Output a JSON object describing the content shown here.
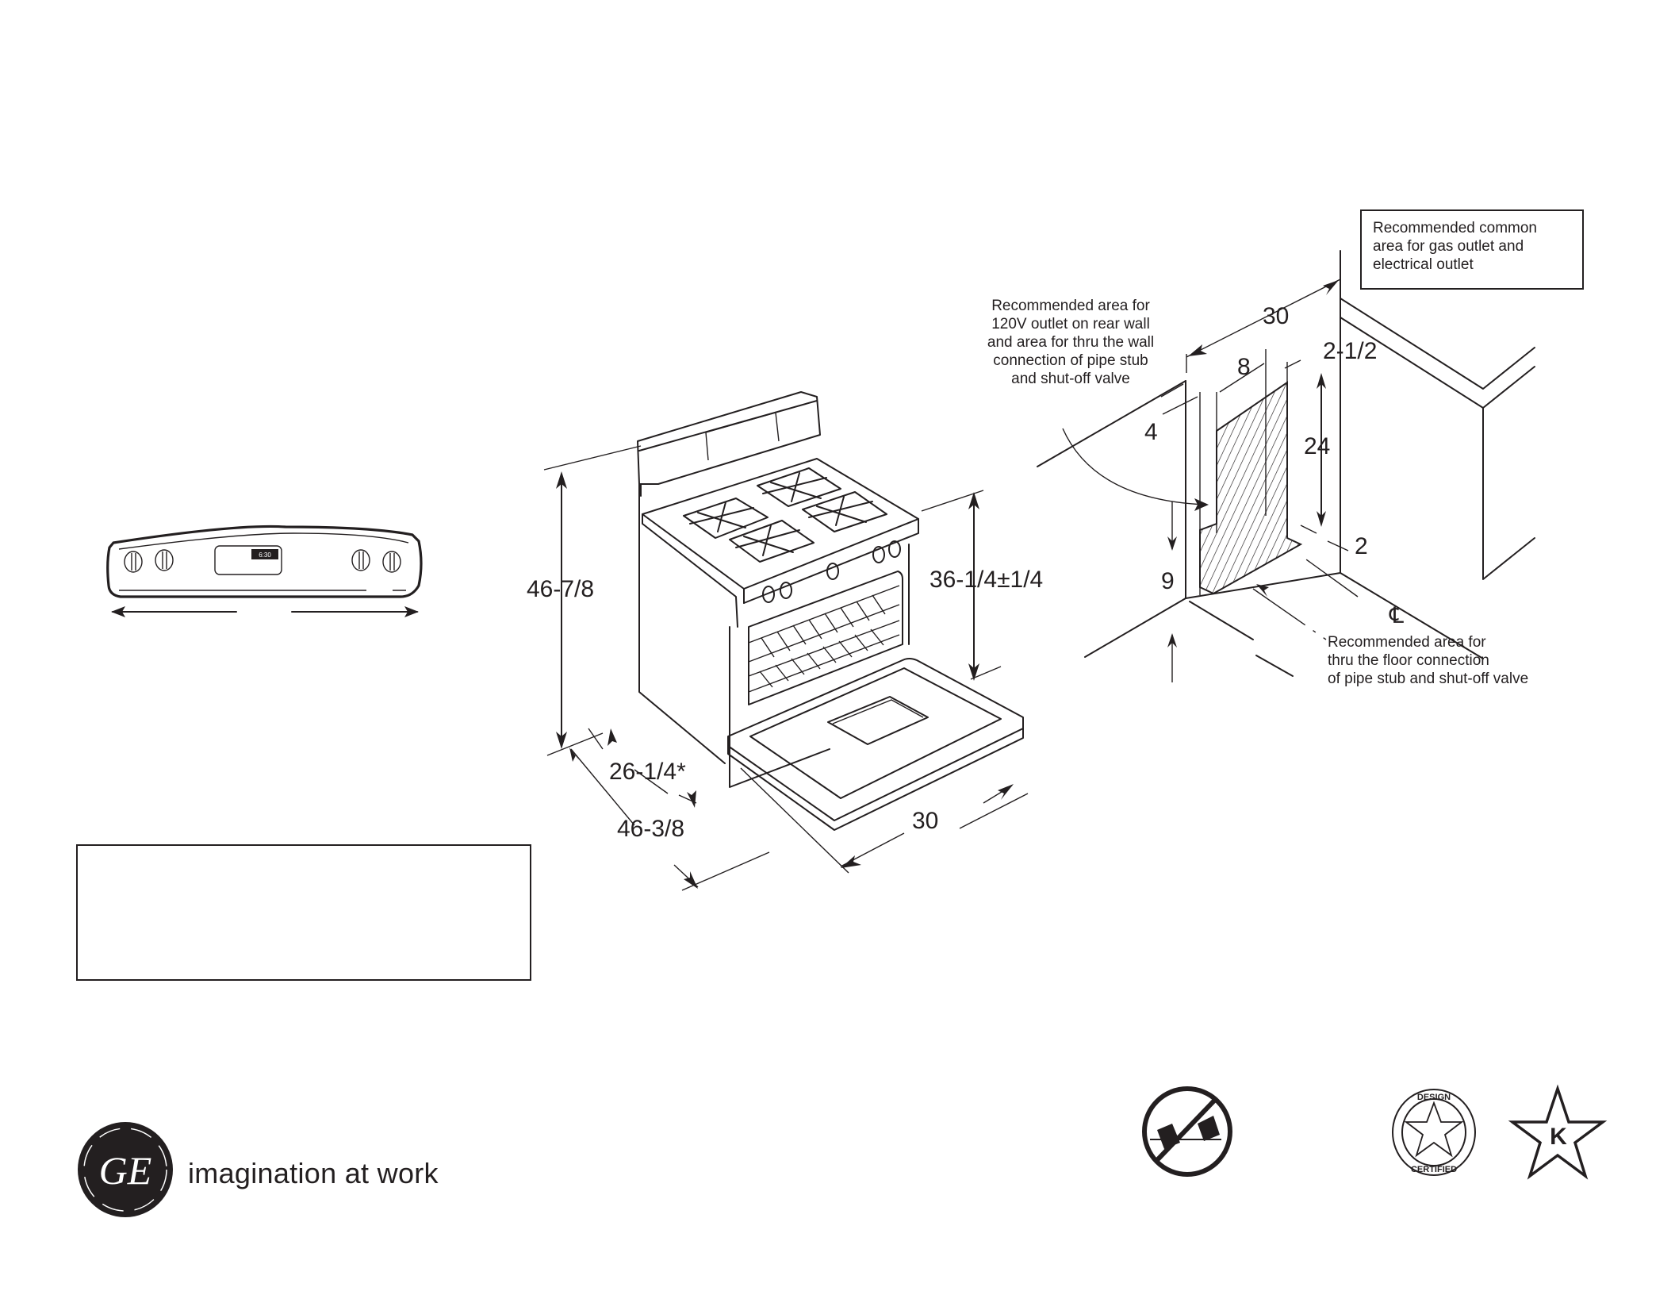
{
  "document": {
    "type": "Range dimensions and installation spec sheet"
  },
  "control_panel": {
    "clock_display": "6:30",
    "knob_count": 4
  },
  "range_dimensions": {
    "overall_height": "46-7/8",
    "cooktop_height": "36-1/4±1/4",
    "depth": "26-1/4*",
    "depth_door_open": "46-3/8",
    "width": "30"
  },
  "installation_diagram": {
    "width": "30",
    "offset_right": "2-1/2",
    "area_width": "8",
    "offset_left": "4",
    "area_height": "24",
    "floor_offset": "2",
    "height_from_floor": "9",
    "centerline_symbol": "℄",
    "notes": {
      "rear_wall": [
        "Recommended area for",
        "120V outlet on rear wall",
        "and area for thru the wall",
        "connection of pipe stub",
        "and shut-off valve"
      ],
      "floor": [
        "Recommended area for",
        "thru the floor connection",
        "of pipe stub and shut-off valve"
      ],
      "common": [
        "Recommended common",
        "area for gas outlet and",
        "electrical outlet"
      ]
    }
  },
  "footer": {
    "brand": "GE",
    "tagline": "imagination at work",
    "badges": {
      "design_certified_top": "DESIGN",
      "design_certified_bottom": "CERTIFIED",
      "kosher": "K"
    }
  }
}
